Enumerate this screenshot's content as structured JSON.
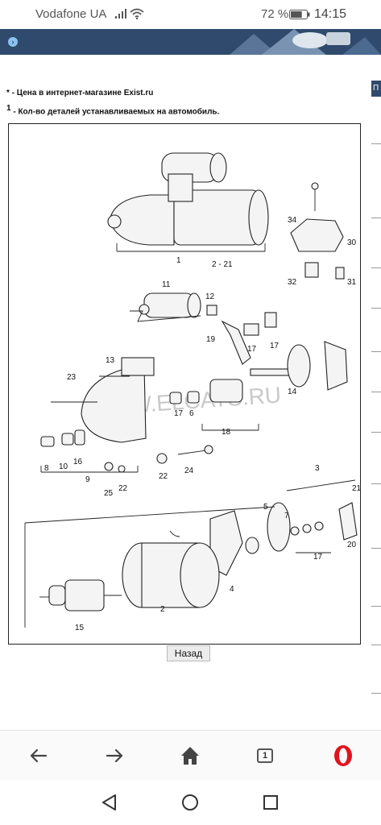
{
  "status_bar": {
    "carrier": "Vodafone UA",
    "battery_percent": "72 %",
    "time": "14:15",
    "battery_level": 0.72
  },
  "notes": {
    "price_marker": "*",
    "price_text": "- Цена в интернет-магазине Exist.ru",
    "qty_marker": "1",
    "qty_text": "- Кол-во деталей устанавливаемых на автомобиль."
  },
  "diagram": {
    "watermark": "WWW.ELCATS.RU",
    "callouts": [
      "1",
      "2 - 21",
      "34",
      "30",
      "32",
      "31",
      "11",
      "12",
      "19",
      "17",
      "17",
      "13",
      "23",
      "14",
      "18",
      "17",
      "6",
      "8",
      "10",
      "16",
      "9",
      "25",
      "22",
      "22",
      "24",
      "3",
      "21",
      "5",
      "7",
      "17",
      "20",
      "4",
      "2",
      "15"
    ]
  },
  "actions": {
    "back_label": "Назад"
  },
  "browser": {
    "tab_count": "1"
  },
  "side_table": {
    "header_char": "П"
  },
  "icons": {
    "signal": "signal-icon",
    "wifi": "wifi-icon",
    "battery": "battery-icon",
    "back": "arrow-left-icon",
    "forward": "arrow-right-icon",
    "home": "home-icon",
    "tabs": "tabs-icon",
    "opera": "opera-logo-icon",
    "sys_back": "triangle-back-icon",
    "sys_home": "circle-home-icon",
    "sys_recent": "square-recent-icon"
  },
  "colors": {
    "banner": "#2f4a6c",
    "opera_red": "#e0141e"
  }
}
